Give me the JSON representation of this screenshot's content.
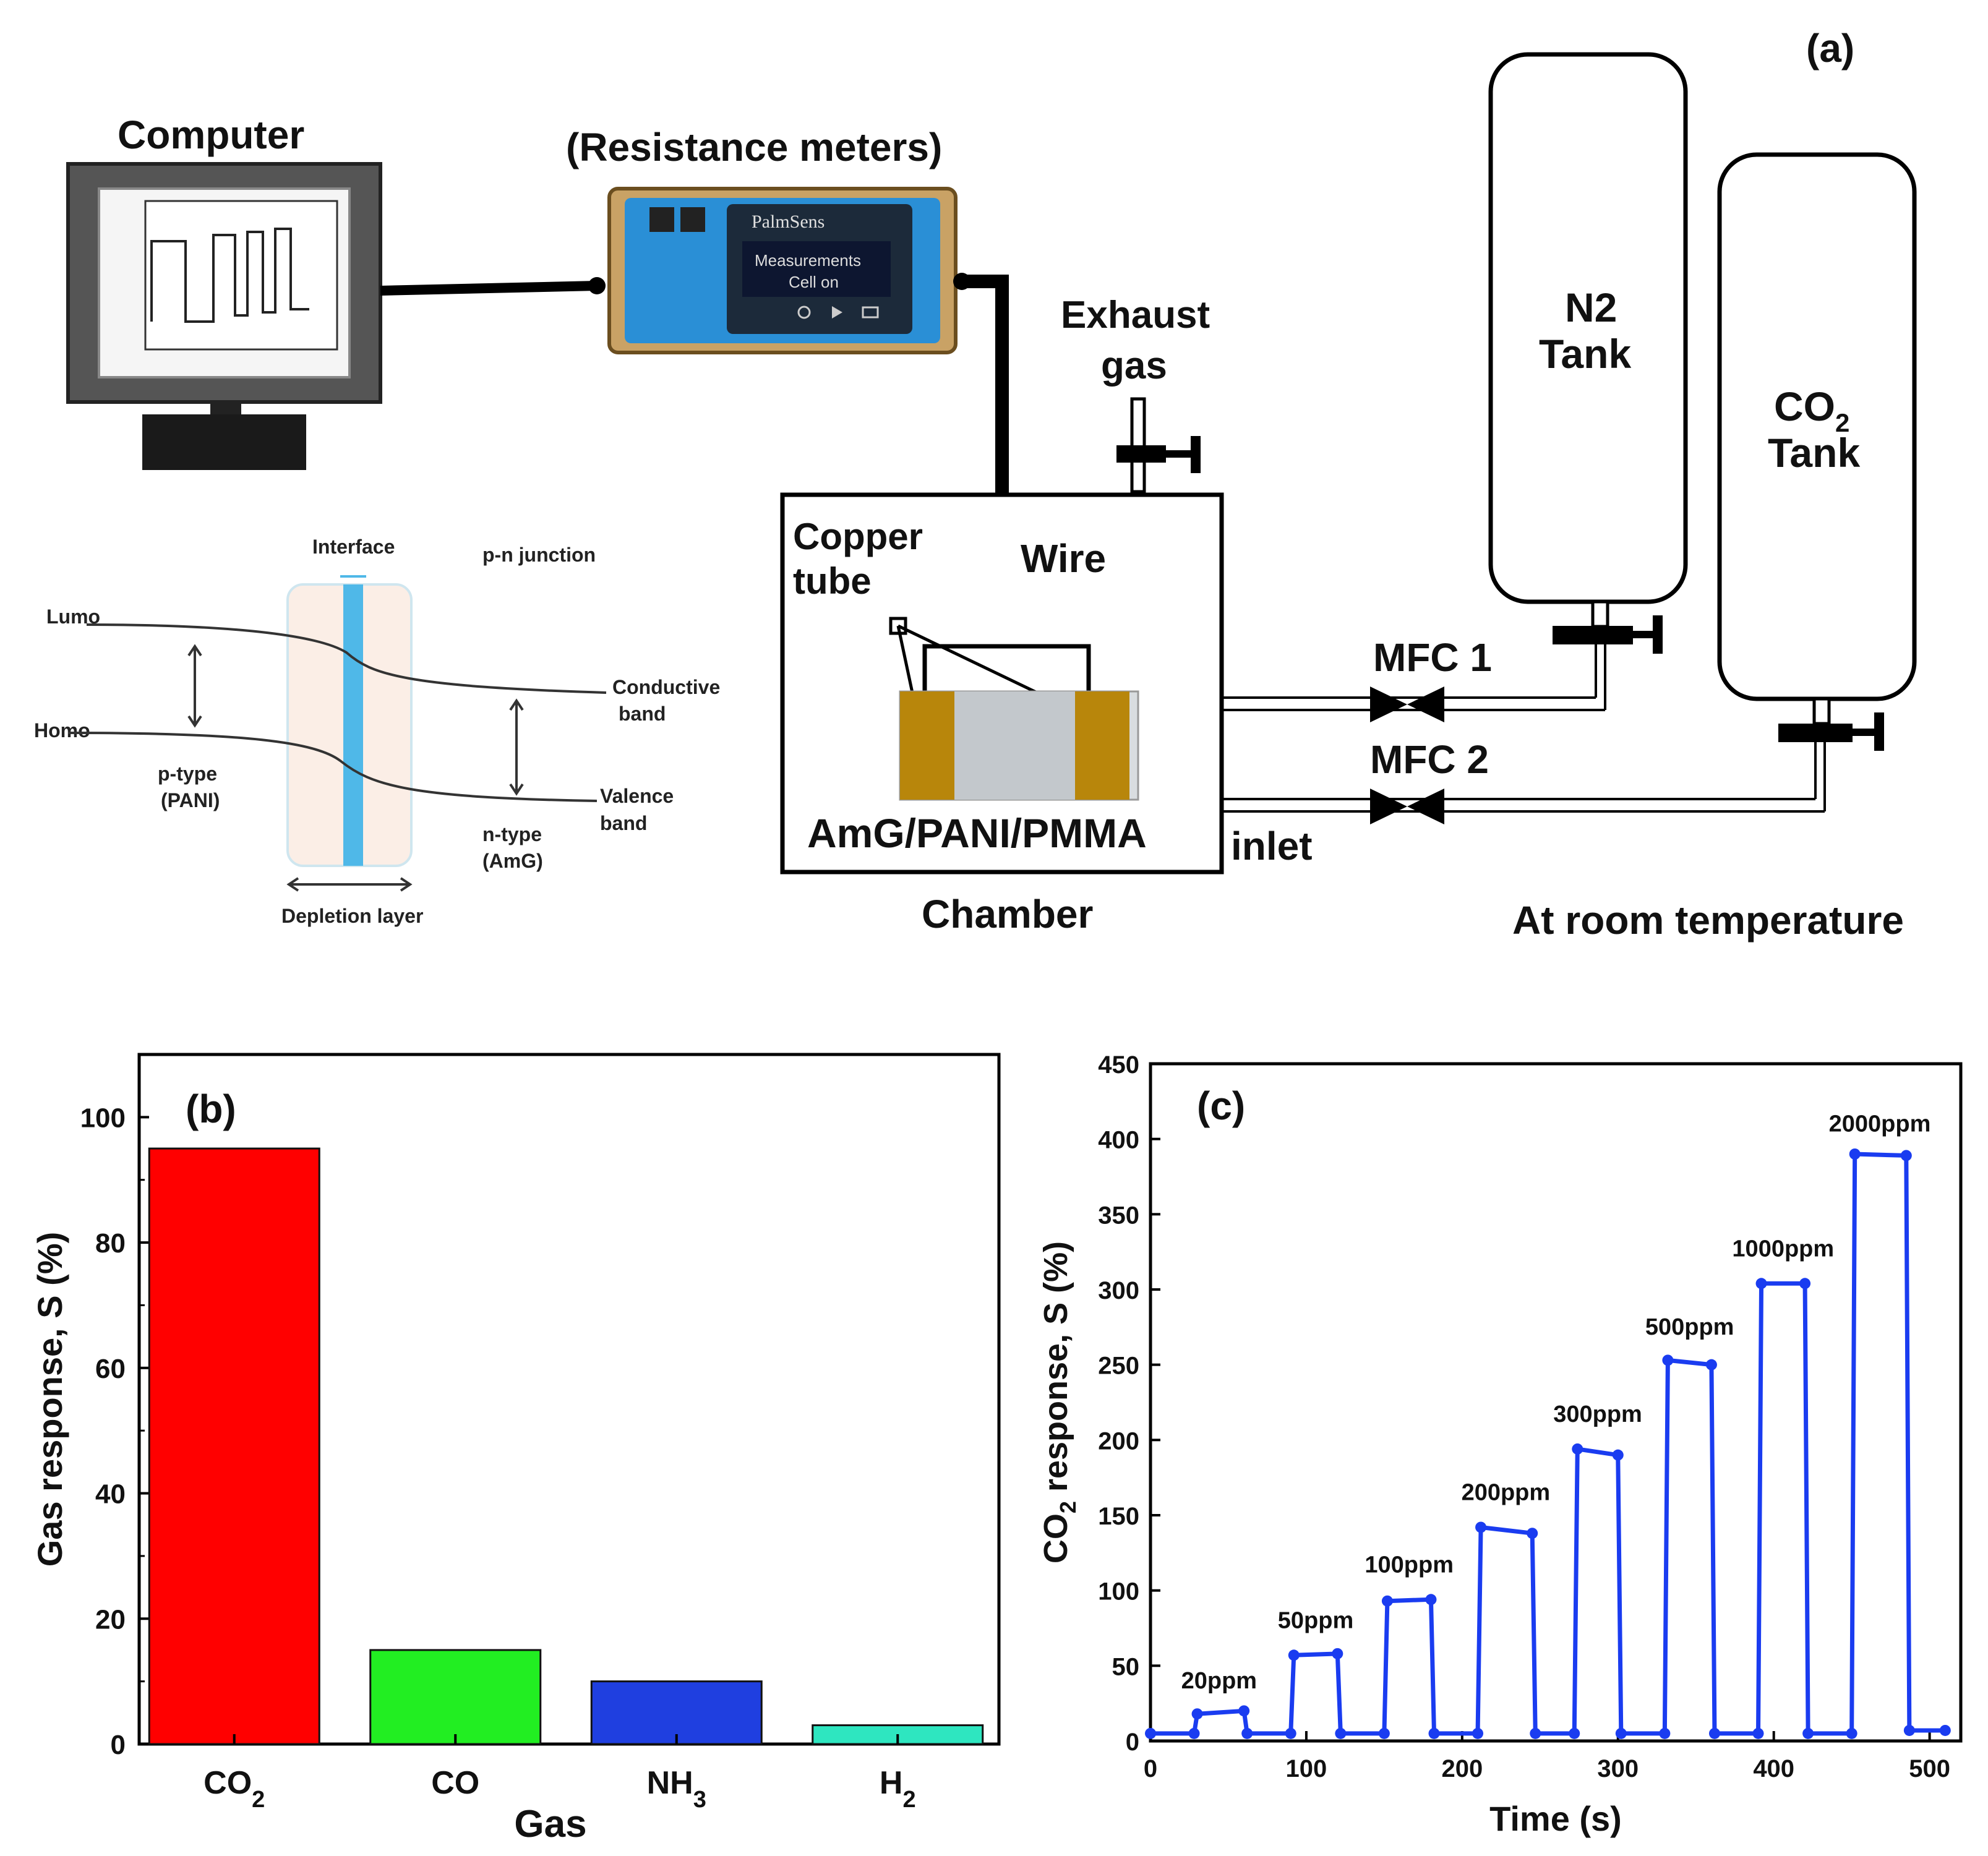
{
  "panel_a": {
    "label": "(a)",
    "computer_label": "Computer",
    "meter_label": "(Resistance meters)",
    "meter_brand": "PalmSens",
    "meter_screen_line1": "Measurements",
    "meter_screen_line2": "Cell on",
    "exhaust_line1": "Exhaust",
    "exhaust_line2": "gas",
    "n2_tank_line1": "N2",
    "n2_tank_line2": "Tank",
    "co2_tank_line1": "CO",
    "co2_tank_sub": "2",
    "co2_tank_line2": "Tank",
    "copper_line1": "Copper",
    "copper_line2": "tube",
    "wire_label": "Wire",
    "sample_label": "AmG/PANI/PMMA",
    "chamber_label": "Chamber",
    "mfc1_label": "MFC 1",
    "mfc2_label": "MFC 2",
    "inlet_label": "inlet",
    "room_temp_label": "At room temperature",
    "colors": {
      "copper": "#b8860b",
      "screen": "#2a8fd6",
      "tube": "#000000"
    }
  },
  "band_diagram": {
    "interface": "Interface",
    "pn_junction": "p-n junction",
    "lumo": "Lumo",
    "homo": "Homo",
    "conductive_line1": "Conductive",
    "conductive_line2": "band",
    "valence_line1": "Valence",
    "valence_line2": "band",
    "ptype_line1": "p-type",
    "ptype_line2": "(PANI)",
    "ntype_line1": "n-type",
    "ntype_line2": "(AmG)",
    "depletion": "Depletion layer",
    "colors": {
      "region": "#fbeee6",
      "interface": "#4fb8e8"
    }
  },
  "chart_data": [
    {
      "type": "bar",
      "panel_label": "(b)",
      "categories": [
        "CO2",
        "CO",
        "NH3",
        "H2"
      ],
      "category_display": [
        {
          "main": "CO",
          "sub": "2"
        },
        {
          "main": "CO",
          "sub": ""
        },
        {
          "main": "NH",
          "sub": "3"
        },
        {
          "main": "H",
          "sub": "2"
        }
      ],
      "values": [
        95,
        15,
        10,
        3
      ],
      "colors": [
        "#ff0000",
        "#22ee22",
        "#1f3fe0",
        "#2ee6c0"
      ],
      "xlabel": "Gas",
      "ylabel": "Gas response, S (%)",
      "ylim": [
        0,
        110
      ],
      "yticks": [
        0,
        20,
        40,
        60,
        80,
        100
      ],
      "grid": false
    },
    {
      "type": "line",
      "panel_label": "(c)",
      "xlabel": "Time (s)",
      "ylabel_main": "CO",
      "ylabel_sub": "2",
      "ylabel_rest": " response, S (%)",
      "xlim": [
        0,
        520
      ],
      "ylim": [
        0,
        450
      ],
      "xticks": [
        0,
        100,
        200,
        300,
        400,
        500
      ],
      "yticks": [
        0,
        50,
        100,
        150,
        200,
        250,
        300,
        350,
        400,
        450
      ],
      "color": "#1a3cf0",
      "grid": false,
      "series": [
        {
          "x": [
            0,
            28,
            30,
            60,
            62,
            90,
            92,
            120,
            122,
            150,
            152,
            180,
            182,
            210,
            212,
            245,
            247,
            272,
            274,
            300,
            302,
            330,
            332,
            360,
            362,
            390,
            392,
            420,
            422,
            450,
            452,
            485,
            487,
            510
          ],
          "y": [
            5,
            5,
            18,
            20,
            5,
            5,
            57,
            58,
            5,
            5,
            93,
            94,
            5,
            5,
            142,
            138,
            5,
            5,
            194,
            190,
            5,
            5,
            253,
            250,
            5,
            5,
            304,
            304,
            5,
            5,
            390,
            389,
            7,
            7
          ]
        }
      ],
      "annotations": [
        {
          "text": "20ppm",
          "x": 44,
          "y": 35
        },
        {
          "text": "50ppm",
          "x": 106,
          "y": 75
        },
        {
          "text": "100ppm",
          "x": 166,
          "y": 112
        },
        {
          "text": "200ppm",
          "x": 228,
          "y": 160
        },
        {
          "text": "300ppm",
          "x": 287,
          "y": 212
        },
        {
          "text": "500ppm",
          "x": 346,
          "y": 270
        },
        {
          "text": "1000ppm",
          "x": 406,
          "y": 322
        },
        {
          "text": "2000ppm",
          "x": 468,
          "y": 405
        }
      ]
    }
  ]
}
